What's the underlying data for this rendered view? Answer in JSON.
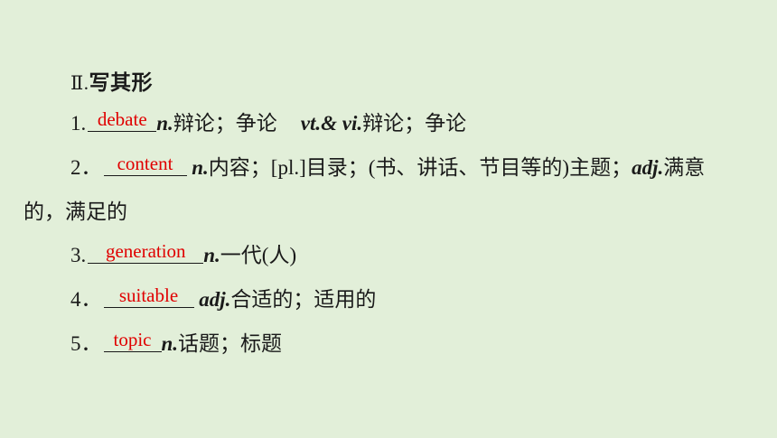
{
  "section": {
    "roman": "Ⅱ.",
    "title": "写其形"
  },
  "items": [
    {
      "num": "1.",
      "answer": "debate",
      "pos1": "n.",
      "meaning1": "辩论；争论",
      "pos2": "vt.& vi.",
      "meaning2": "辩论；争论"
    },
    {
      "num": "2．",
      "answer": "content",
      "pos1": "n.",
      "meaning1": "内容；[pl.]目录；(书、讲话、节目等的)主题；",
      "pos2": "adj.",
      "meaning2": "满意",
      "wrap": "的，满足的"
    },
    {
      "num": "3.",
      "answer": "generation",
      "pos1": "n.",
      "meaning1": "一代(人)"
    },
    {
      "num": "4．",
      "answer": "suitable",
      "pos1": "adj.",
      "meaning1": "合适的；适用的"
    },
    {
      "num": "5．",
      "answer": "topic",
      "pos1": "n.",
      "meaning1": "话题；标题"
    }
  ]
}
